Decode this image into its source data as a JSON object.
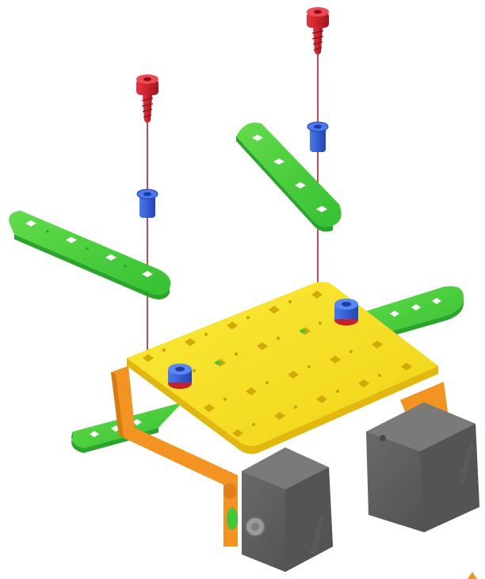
{
  "figure": {
    "kind": "exploded-assembly-illustration",
    "motor_brand_text": "RoboRobo",
    "parts": {
      "screws": {
        "count": 2,
        "color": "#d0202c"
      },
      "bushings": {
        "count": 4,
        "color": "#2f5bd8",
        "rim_color": "#c8202a"
      },
      "green_strips": {
        "count": 4,
        "color": "#3fc93a"
      },
      "yellow_plate": {
        "count": 1,
        "color": "#f6df1c"
      },
      "orange_brackets": {
        "count": 2,
        "color": "#f29322"
      },
      "motors": {
        "count": 2,
        "color": "#5b5b59"
      }
    },
    "guide_line_color": "#b0202a"
  }
}
